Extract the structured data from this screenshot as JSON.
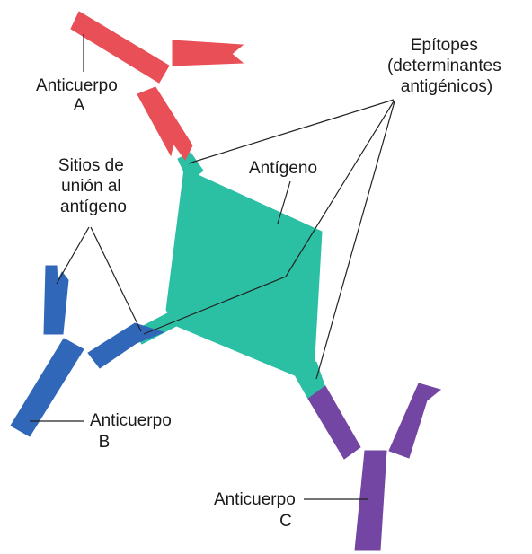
{
  "labels": {
    "antibody_a": [
      "Anticuerpo",
      "A"
    ],
    "antibody_b": [
      "Anticuerpo",
      "B"
    ],
    "antibody_c": [
      "Anticuerpo",
      "C"
    ],
    "antigen": [
      "Antígeno"
    ],
    "epitopes": [
      "Epítopes",
      "(determinantes",
      "antigénicos)"
    ],
    "binding_sites": [
      "Sitios de",
      "unión al",
      "antígeno"
    ]
  },
  "colors": {
    "antibody_a": "#e94f56",
    "antibody_b": "#3067b9",
    "antibody_c": "#7446a3",
    "antigen": "#2bbfa4",
    "text": "#1a1a1a",
    "leader_line": "#222222"
  }
}
